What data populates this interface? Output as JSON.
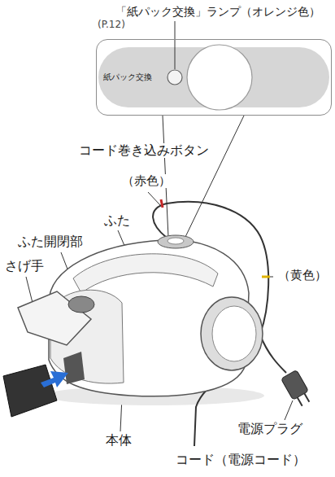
{
  "diagram": {
    "nodes": [
      {
        "text": [
          "紙パック交換"
        ]
      }
    ],
    "labels": [
      "「紙パック交換」ランプ（オレンジ色）",
      "(P.12)",
      "コード巻き込みボタン",
      "（赤色）",
      "ふた",
      "（黄色）",
      "ふた開閉部",
      "さげ手",
      "本体",
      "電源プラグ",
      "コード（電源コード）"
    ]
  }
}
